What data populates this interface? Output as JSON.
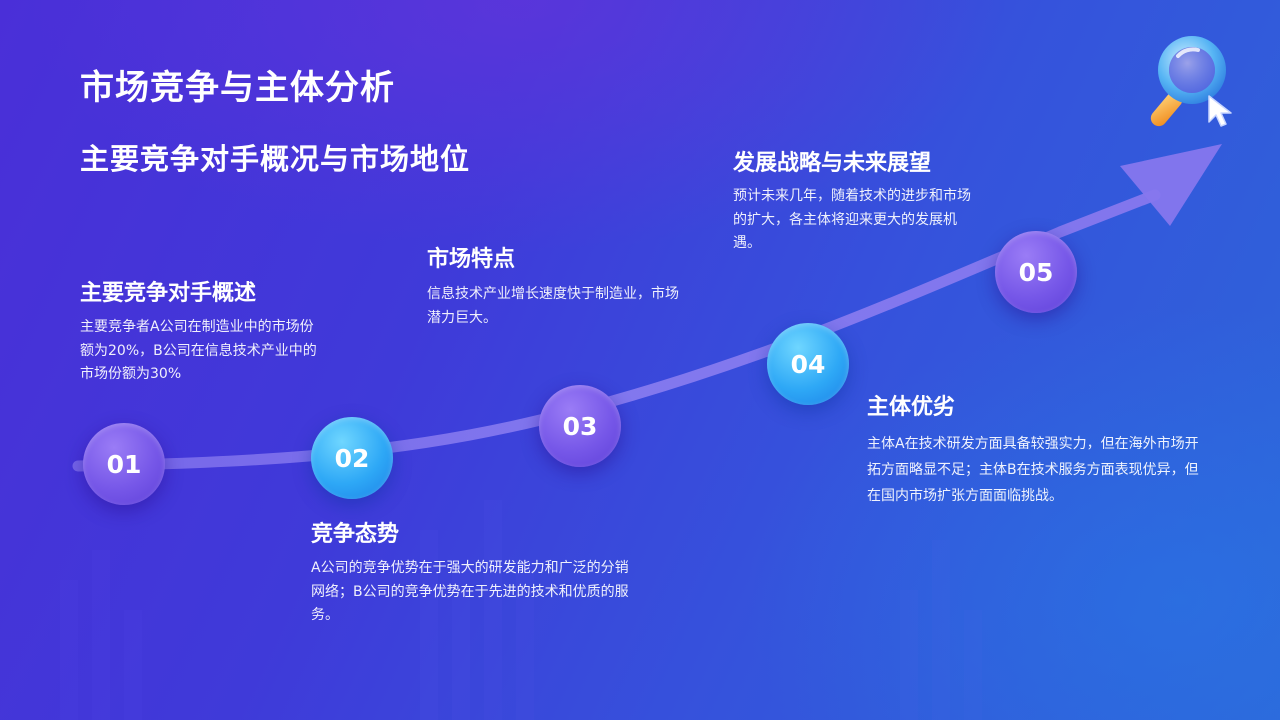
{
  "slide": {
    "title": "市场竞争与主体分析",
    "subtitle": "主要竞争对手概况与市场地位"
  },
  "steps": [
    {
      "number": "01",
      "heading": "主要竞争对手概述",
      "text": "主要竞争者A公司在制造业中的市场份额为20%，B公司在信息技术产业中的市场份额为30%"
    },
    {
      "number": "02",
      "heading": "竞争态势",
      "text": "A公司的竞争优势在于强大的研发能力和广泛的分销网络；B公司的竞争优势在于先进的技术和优质的服务。"
    },
    {
      "number": "03",
      "heading": "市场特点",
      "text": "信息技术产业增长速度快于制造业，市场潜力巨大。"
    },
    {
      "number": "04",
      "heading": "主体优劣",
      "text": "主体A在技术研发方面具备较强实力，但在海外市场开拓方面略显不足；主体B在技术服务方面表现优异，但在国内市场扩张方面面临挑战。"
    },
    {
      "number": "05",
      "heading": "发展战略与未来展望",
      "text": "预计未来几年，随着技术的进步和市场的扩大，各主体将迎来更大的发展机遇。"
    }
  ],
  "icons": {
    "magnifier": "magnifier-with-cursor-icon",
    "arrow": "growth-arrow"
  },
  "colors": {
    "background_start": "#4a2fd8",
    "background_end": "#2d66d9",
    "circle_purple": "#7657e8",
    "circle_blue": "#2ea8f6",
    "arrow": "#8c7cf0"
  }
}
